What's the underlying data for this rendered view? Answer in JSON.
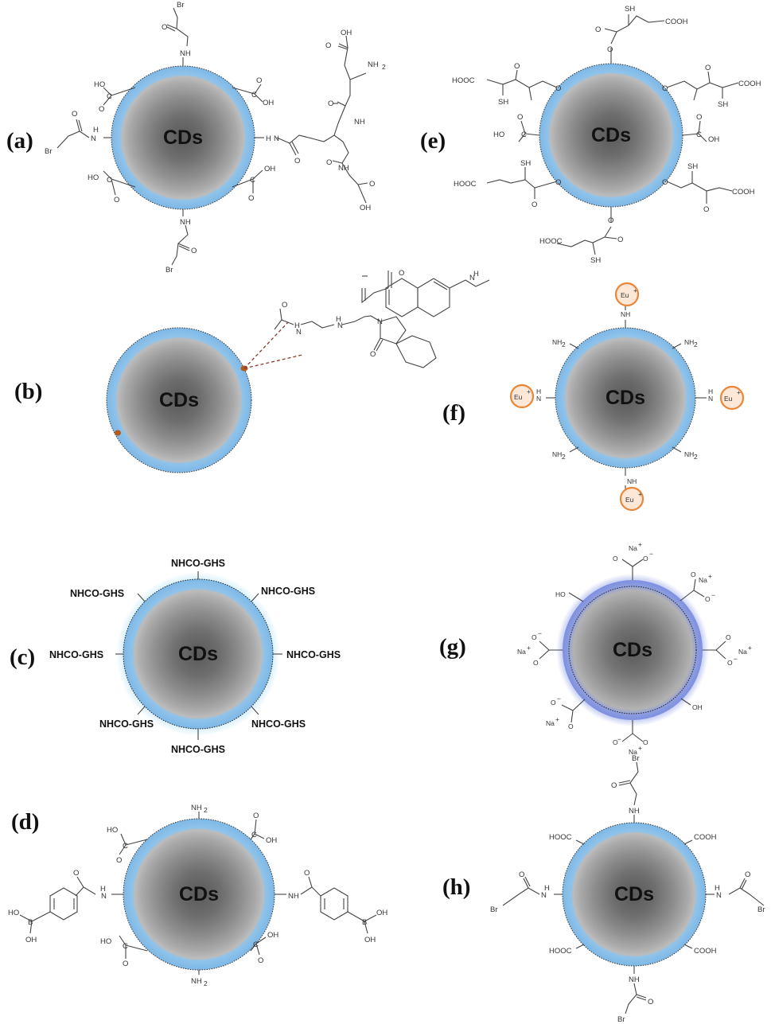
{
  "core_label": "CDs",
  "panels": {
    "a": {
      "label": "(a)"
    },
    "b": {
      "label": "(b)"
    },
    "c": {
      "label": "(c)"
    },
    "d": {
      "label": "(d)"
    },
    "e": {
      "label": "(e)"
    },
    "f": {
      "label": "(f)"
    },
    "g": {
      "label": "(g)"
    },
    "h": {
      "label": "(h)"
    }
  },
  "groups": {
    "ghs": "NHCO-GHS",
    "nh": "NH",
    "h": "H",
    "nh2": "NH",
    "o": "O",
    "oh": "OH",
    "ho": "HO",
    "br": "Br",
    "sh": "SH",
    "cooh": "COOH",
    "hooc": "HOOC",
    "n": "N",
    "eu": "Eu",
    "na": "Na",
    "c": "C",
    "b": "B",
    "sub2": "2",
    "plus": "+",
    "minus": "−",
    "ho_c": "HO",
    "o_minus": "O"
  },
  "colors": {
    "outer_shell": "#8fc3ea",
    "shell_light": "#bfe0f5",
    "core_dark": "#555555",
    "core_light": "#b4b4b4",
    "dye_dot": "#b35a1f",
    "eu_ring": "#e8873a",
    "glow_c": "#9fdcf5",
    "glow_g": "#5a74d6"
  }
}
